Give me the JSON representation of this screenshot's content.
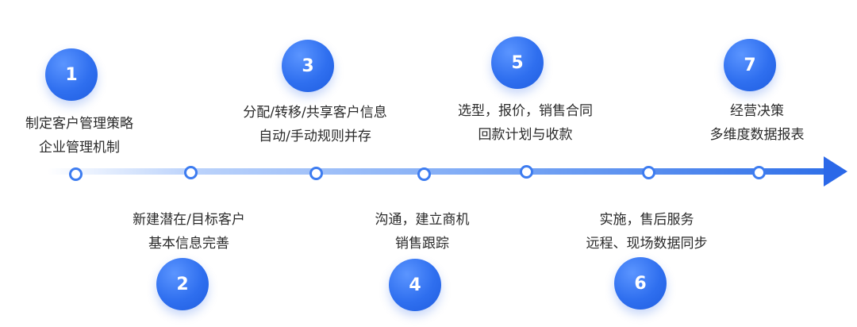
{
  "steps": [
    {
      "number": "1",
      "lines": [
        "制定客户管理策略",
        "企业管理机制"
      ]
    },
    {
      "number": "2",
      "lines": [
        "新建潜在/目标客户",
        "基本信息完善"
      ]
    },
    {
      "number": "3",
      "lines": [
        "分配/转移/共享客户信息",
        "自动/手动规则并存"
      ]
    },
    {
      "number": "4",
      "lines": [
        "沟通，建立商机",
        "销售跟踪"
      ]
    },
    {
      "number": "5",
      "lines": [
        "选型，报价，销售合同",
        "回款计划与收款"
      ]
    },
    {
      "number": "6",
      "lines": [
        "实施，售后服务",
        "远程、现场数据同步"
      ]
    },
    {
      "number": "7",
      "lines": [
        "经营决策",
        "多维度数据报表"
      ]
    }
  ],
  "colors": {
    "badge": "#2f6fef",
    "line_end": "#2f6fe8",
    "text": "#2a2a2a"
  }
}
